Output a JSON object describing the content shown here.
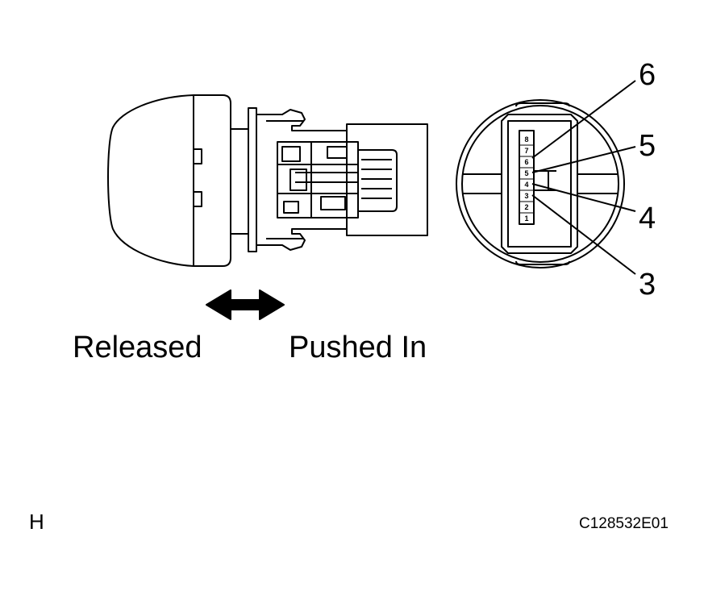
{
  "labels": {
    "released": "Released",
    "pushed_in": "Pushed In",
    "corner_letter": "H",
    "figure_code": "C128532E01"
  },
  "callouts": [
    "6",
    "5",
    "4",
    "3"
  ],
  "terminals": [
    "8",
    "7",
    "6",
    "5",
    "4",
    "3",
    "2",
    "1"
  ],
  "icons": {
    "switch": "push-switch-side-view",
    "connector": "connector-front-view",
    "arrow": "double-arrow"
  },
  "colors": {
    "ink": "#000000",
    "background": "#ffffff"
  }
}
